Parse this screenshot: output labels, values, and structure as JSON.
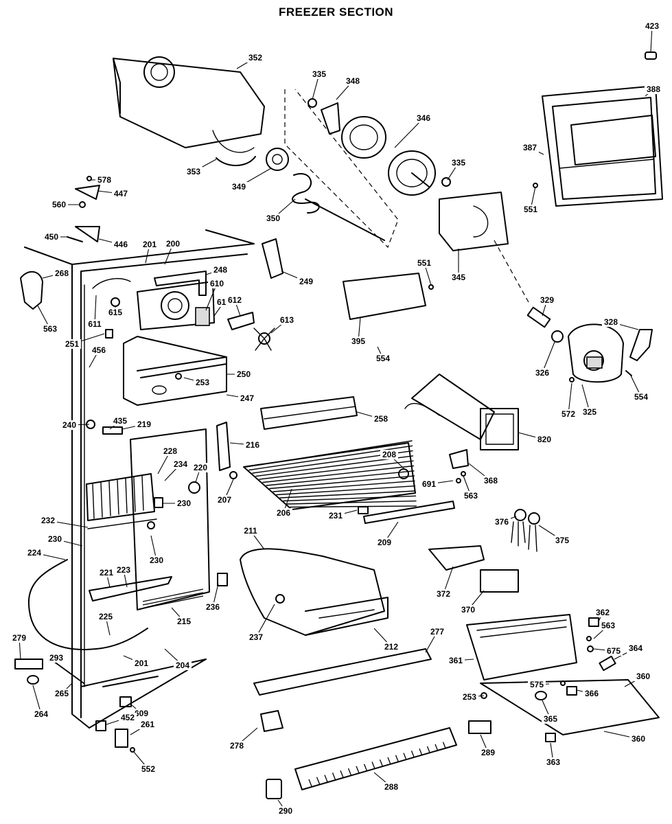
{
  "title": "FREEZER SECTION",
  "labels": [
    "423",
    "352",
    "335",
    "348",
    "346",
    "388",
    "387",
    "335",
    "353",
    "349",
    "350",
    "551",
    "578",
    "447",
    "560",
    "450",
    "446",
    "201",
    "200",
    "268",
    "248",
    "249",
    "551",
    "345",
    "610",
    "615",
    "612",
    "615",
    "611",
    "563",
    "251",
    "613",
    "395",
    "329",
    "328",
    "456",
    "554",
    "250",
    "253",
    "247",
    "326",
    "325",
    "554",
    "572",
    "240",
    "435",
    "219",
    "258",
    "216",
    "820",
    "228",
    "234",
    "220",
    "208",
    "207",
    "691",
    "368",
    "563",
    "230",
    "206",
    "231",
    "209",
    "232",
    "376",
    "375",
    "230",
    "211",
    "224",
    "230",
    "221",
    "223",
    "372",
    "236",
    "370",
    "225",
    "237",
    "215",
    "212",
    "277",
    "279",
    "362",
    "563",
    "293",
    "201",
    "204",
    "361",
    "675",
    "364",
    "265",
    "575",
    "253",
    "366",
    "360",
    "264",
    "609",
    "452",
    "261",
    "365",
    "278",
    "289",
    "360",
    "552",
    "288",
    "363",
    "290"
  ]
}
